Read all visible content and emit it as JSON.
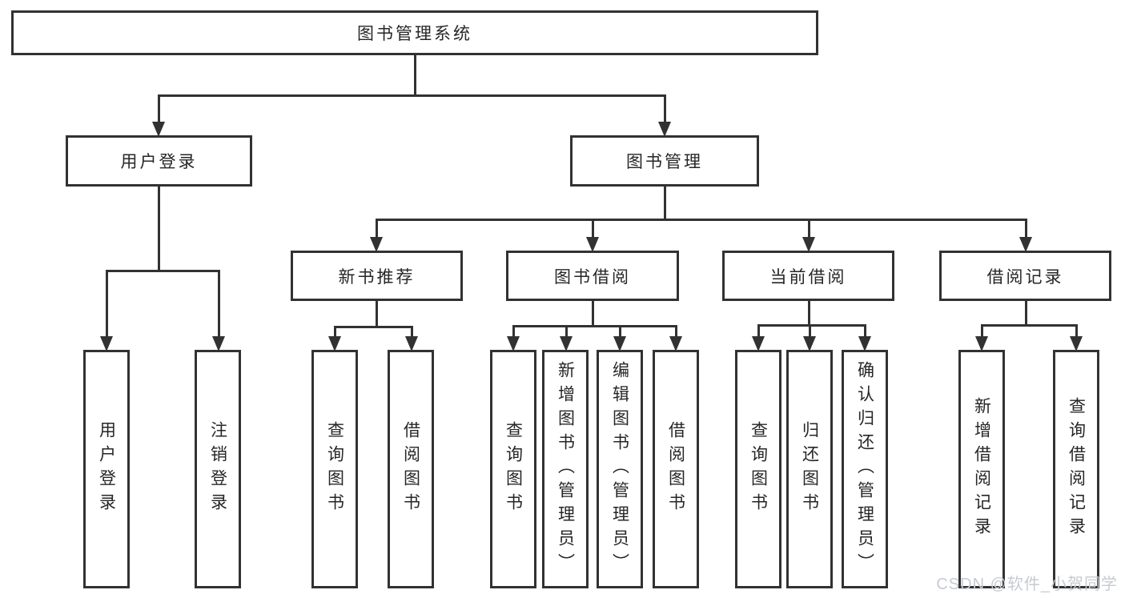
{
  "diagram": {
    "title": "图书管理系统",
    "nodes": {
      "root": {
        "label": "图书管理系统"
      },
      "user_login": {
        "label": "用户登录"
      },
      "book_mgmt": {
        "label": "图书管理"
      },
      "new_rec": {
        "label": "新书推荐"
      },
      "book_borrow": {
        "label": "图书借阅"
      },
      "cur_borrow": {
        "label": "当前借阅"
      },
      "borrow_rec": {
        "label": "借阅记录"
      },
      "leaf_user_login": {
        "label": "用户登录"
      },
      "leaf_logout": {
        "label": "注销登录"
      },
      "leaf_nr_query": {
        "label": "查询图书"
      },
      "leaf_nr_borrow": {
        "label": "借阅图书"
      },
      "leaf_bb_query": {
        "label": "查询图书"
      },
      "leaf_bb_add": {
        "label": "新增图书（管理员）"
      },
      "leaf_bb_edit": {
        "label": "编辑图书（管理员）"
      },
      "leaf_bb_borrow": {
        "label": "借阅图书"
      },
      "leaf_cb_query": {
        "label": "查询图书"
      },
      "leaf_cb_return": {
        "label": "归还图书"
      },
      "leaf_cb_confirm": {
        "label": "确认归还（管理员）"
      },
      "leaf_br_add": {
        "label": "新增借阅记录"
      },
      "leaf_br_query": {
        "label": "查询借阅记录"
      }
    },
    "colors": {
      "line": "#323232",
      "text": "#262626",
      "background": "#ffffff",
      "watermark": "#c7cbd1"
    }
  },
  "watermark": {
    "text": "CSDN @软件_小贺同学"
  }
}
